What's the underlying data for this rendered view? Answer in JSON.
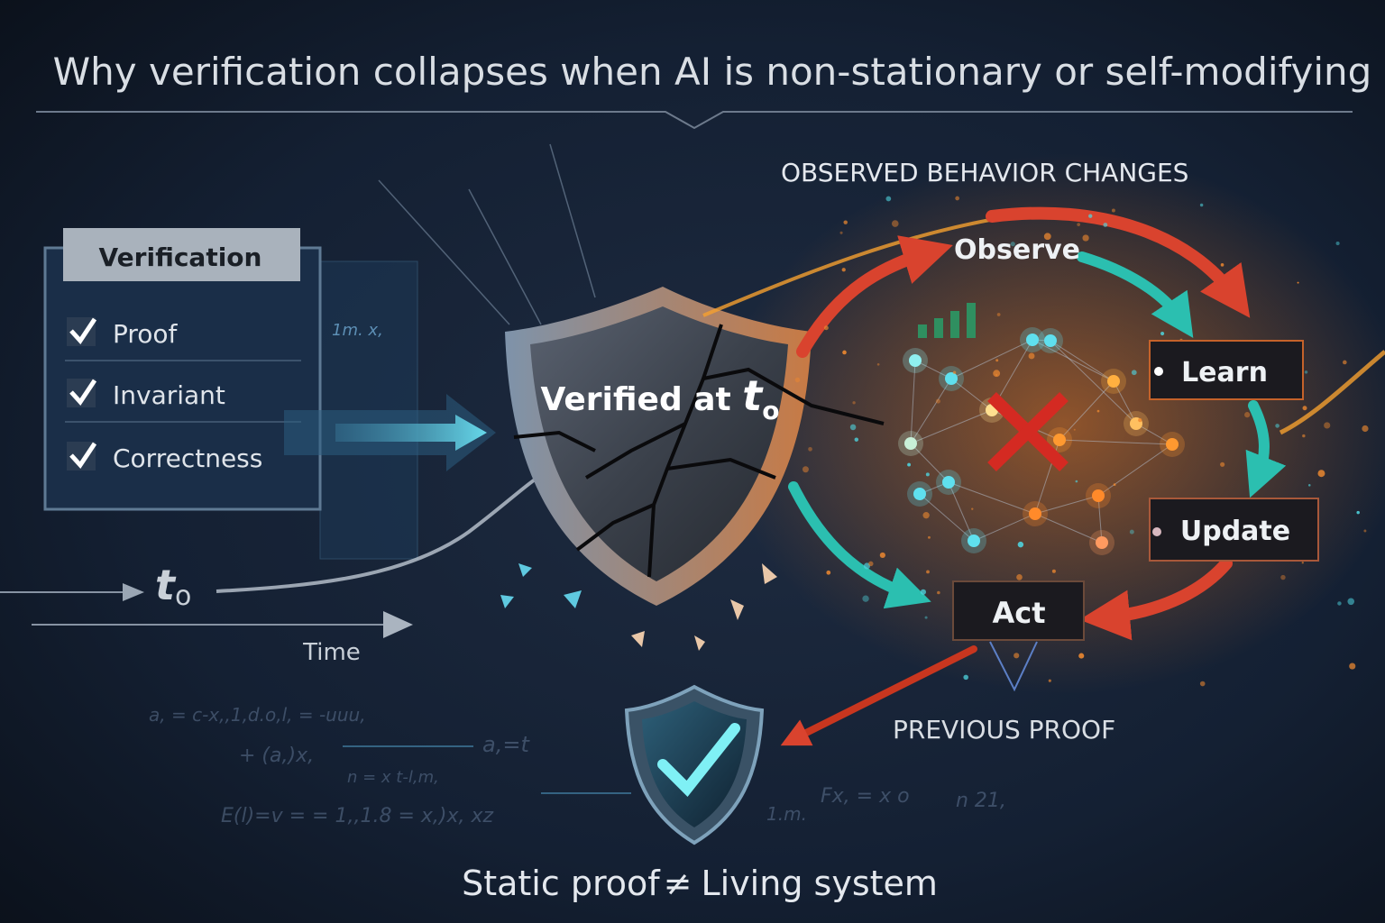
{
  "title": "Why verification collapses when AI is non-stationary or self-modifying",
  "verification_panel": {
    "header": "Verification",
    "items": [
      {
        "label": "Proof",
        "icon": "checkmark-icon"
      },
      {
        "label": "Invariant",
        "icon": "checkmark-icon"
      },
      {
        "label": "Correctness",
        "icon": "checkmark-icon"
      }
    ],
    "scribble": "1m. x,"
  },
  "timeline": {
    "t_label": "t",
    "t_sub": "o",
    "axis_label": "Time"
  },
  "shield": {
    "label": "Verified at ",
    "t_label": "t",
    "t_sub": "o",
    "state": "cracked"
  },
  "loop": {
    "heading": "OBSERVED BEHAVIOR CHANGES",
    "steps": [
      "Observe",
      "Learn",
      "Update",
      "Act"
    ]
  },
  "previous_proof": {
    "label": "PREVIOUS PROOF",
    "icon": "shield-check-icon"
  },
  "formula_fragments": [
    "a, = c-x,,1,d.o,l, = -uuu,",
    "+ (a,)x,",
    "n = x t-l,m,",
    "a,=t",
    "E(l)=v = = 1,,1.8 = x,)x, xz",
    "1.m.",
    "Fx, = x o",
    "n 21,"
  ],
  "footer": {
    "left": "Static proof",
    "symbol": "≠",
    "right": "Living system"
  },
  "colors": {
    "background": "#121c2c",
    "cyan": "#4fd6e0",
    "teal": "#2bbfb0",
    "red": "#d9432e",
    "orange": "#f28a2a",
    "panel_header": "#a9b2bc",
    "text": "#e4e8ee"
  }
}
